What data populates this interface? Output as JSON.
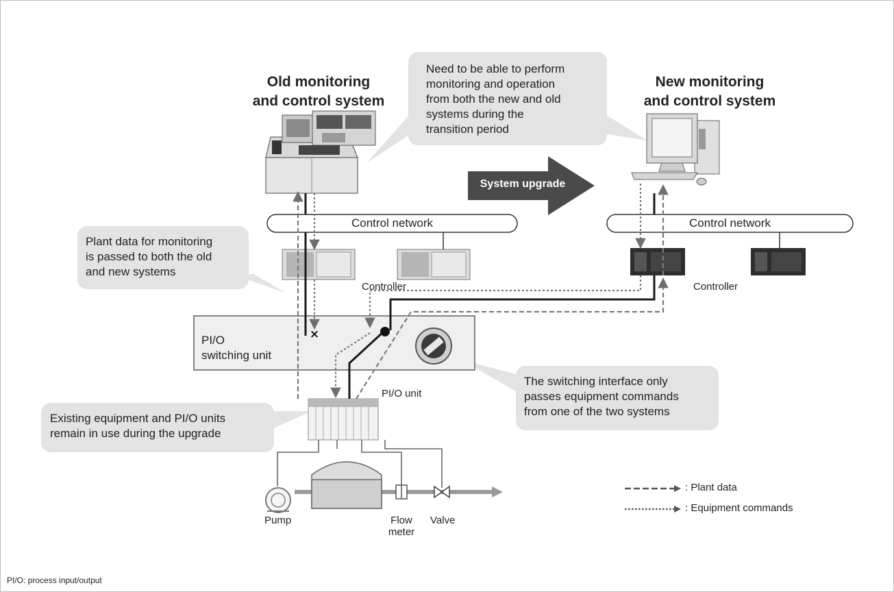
{
  "old_system": {
    "title_line1": "Old monitoring",
    "title_line2": "and control system"
  },
  "new_system": {
    "title_line1": "New monitoring",
    "title_line2": "and control system"
  },
  "callout_transition": {
    "line1": "Need to be able to perform",
    "line2": "monitoring and operation",
    "line3": "from both the new and old",
    "line4": "systems during the",
    "line5": "transition period"
  },
  "upgrade_arrow": {
    "label": "System upgrade"
  },
  "network_old": {
    "label": "Control network"
  },
  "network_new": {
    "label": "Control network"
  },
  "callout_plant_data": {
    "line1": "Plant data for monitoring",
    "line2": "is passed to both the old",
    "line3": "and new systems"
  },
  "controller_old": {
    "label": "Controller"
  },
  "controller_new": {
    "label": "Controller"
  },
  "switching_unit": {
    "line1": "PI/O",
    "line2": "switching unit"
  },
  "callout_switching": {
    "line1": "The switching interface only",
    "line2": "passes equipment commands",
    "line3": "from one of the two systems"
  },
  "pio_unit": {
    "label": "PI/O unit"
  },
  "callout_existing": {
    "line1": "Existing equipment and PI/O units",
    "line2": "remain in use during the upgrade"
  },
  "equipment": {
    "pump": "Pump",
    "flow_line1": "Flow",
    "flow_line2": "meter",
    "valve": "Valve"
  },
  "legend": {
    "plant_data": ": Plant data",
    "equipment_commands": ": Equipment commands"
  },
  "footnote": "PI/O: process input/output",
  "colors": {
    "callout_bg": "#e3e3e3",
    "arrow_dark": "#4a4a4a",
    "line_dark": "#1a1a1a",
    "dash_gray": "#7a7a7a"
  }
}
